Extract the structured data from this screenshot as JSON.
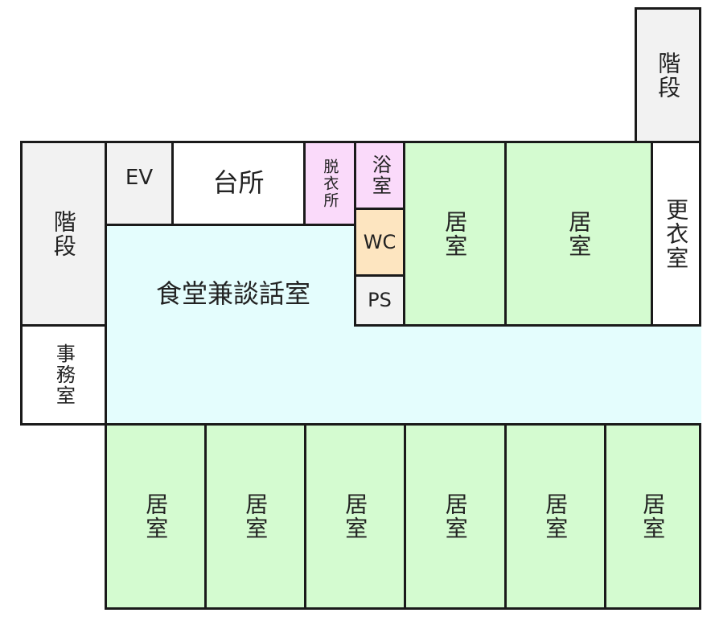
{
  "rooms": {
    "stairs_top_right": "階段",
    "stairs_left": "階段",
    "elevator": "EV",
    "kitchen": "台所",
    "dressing_room": "脱衣所",
    "bathroom": "浴室",
    "toilet": "WC",
    "pipe_space": "PS",
    "dining_lounge": "食堂兼談話室",
    "office": "事務室",
    "changing_room": "更衣室",
    "resident_room": "居室"
  },
  "colors": {
    "corridor": "#e4fdfd",
    "resident_room": "#d4fbd0",
    "service": "#f2f2f2",
    "sanitary": "#fadafa",
    "toilet": "#fde5c0"
  }
}
